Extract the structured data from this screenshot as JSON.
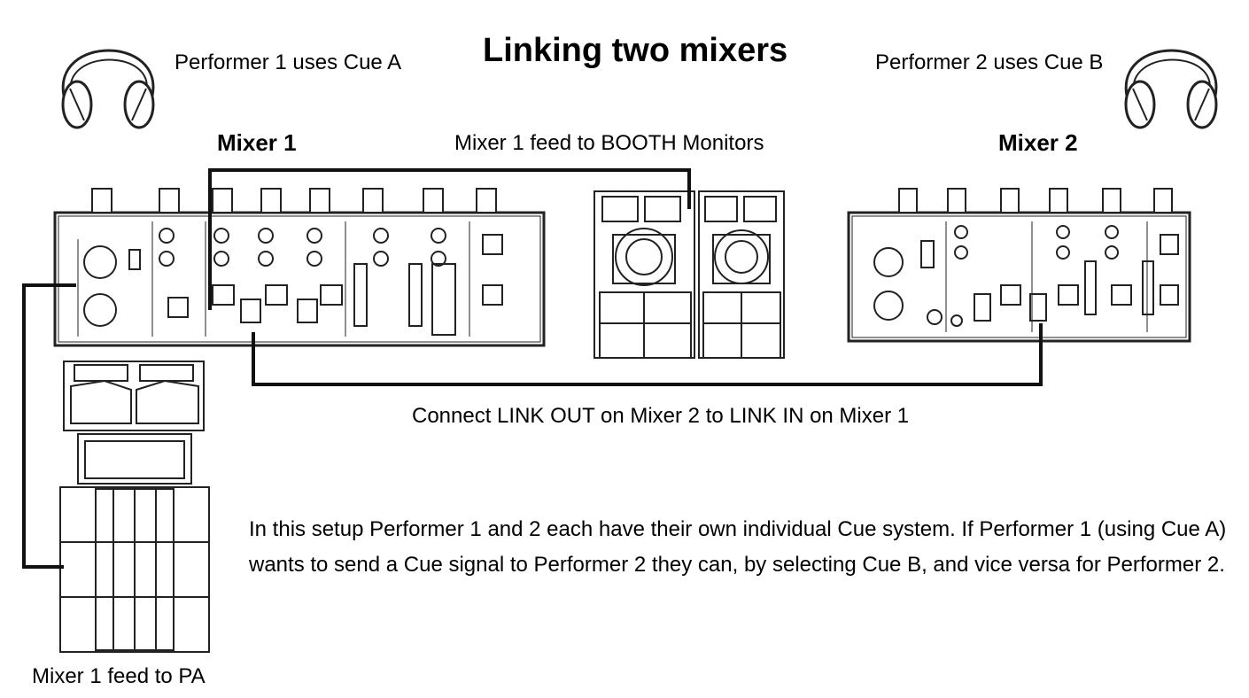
{
  "title": "Linking two mixers",
  "performers": {
    "left": "Performer 1 uses Cue A",
    "right": "Performer 2 uses Cue B"
  },
  "mixers": {
    "mixer1": "Mixer 1",
    "mixer2": "Mixer 2"
  },
  "captions": {
    "booth_feed": "Mixer 1 feed to BOOTH Monitors",
    "link": "Connect LINK OUT on Mixer 2 to LINK IN on Mixer 1",
    "pa_feed": "Mixer 1 feed to PA"
  },
  "description": "In this setup Performer 1 and 2 each have their own individual Cue system. If Performer 1 (using Cue A) wants to send a Cue signal to Performer 2 they can, by selecting Cue B, and vice versa for Performer 2."
}
